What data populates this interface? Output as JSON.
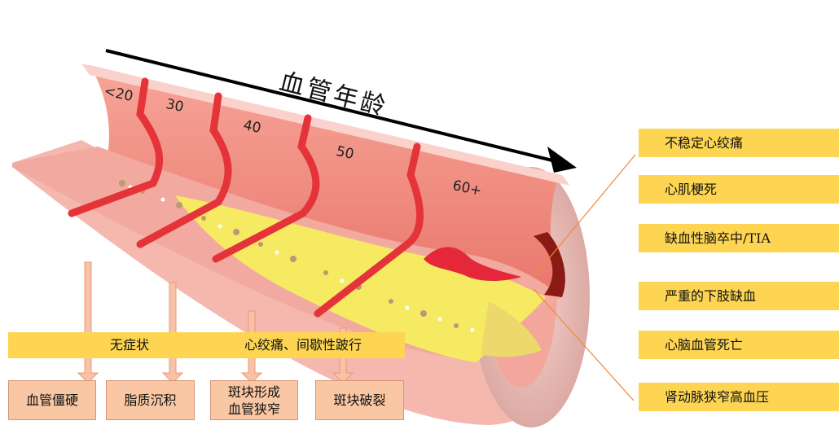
{
  "title": "血管年龄",
  "age_labels": [
    "<20",
    "30",
    "40",
    "50",
    "60+"
  ],
  "symptom_labels": [
    "无症状",
    "心绞痛、间歇性跛行"
  ],
  "stage_labels": [
    "血管僵硬",
    "脂质沉积",
    "斑块形成\n血管狭窄",
    "斑块破裂"
  ],
  "outcomes": [
    "不稳定心绞痛",
    "心肌梗死",
    "缺血性脑卒中/TIA",
    "严重的下肢缺血",
    "心脑血管死亡",
    "肾动脉狭窄高血压"
  ],
  "colors": {
    "outcome_box": "#fdd552",
    "stage_box": "#f9c7a4",
    "arrow": "#f5a580",
    "vessel_wall": "#f28a7f",
    "plaque": "#f7ea63",
    "clot": "#e4283a"
  }
}
